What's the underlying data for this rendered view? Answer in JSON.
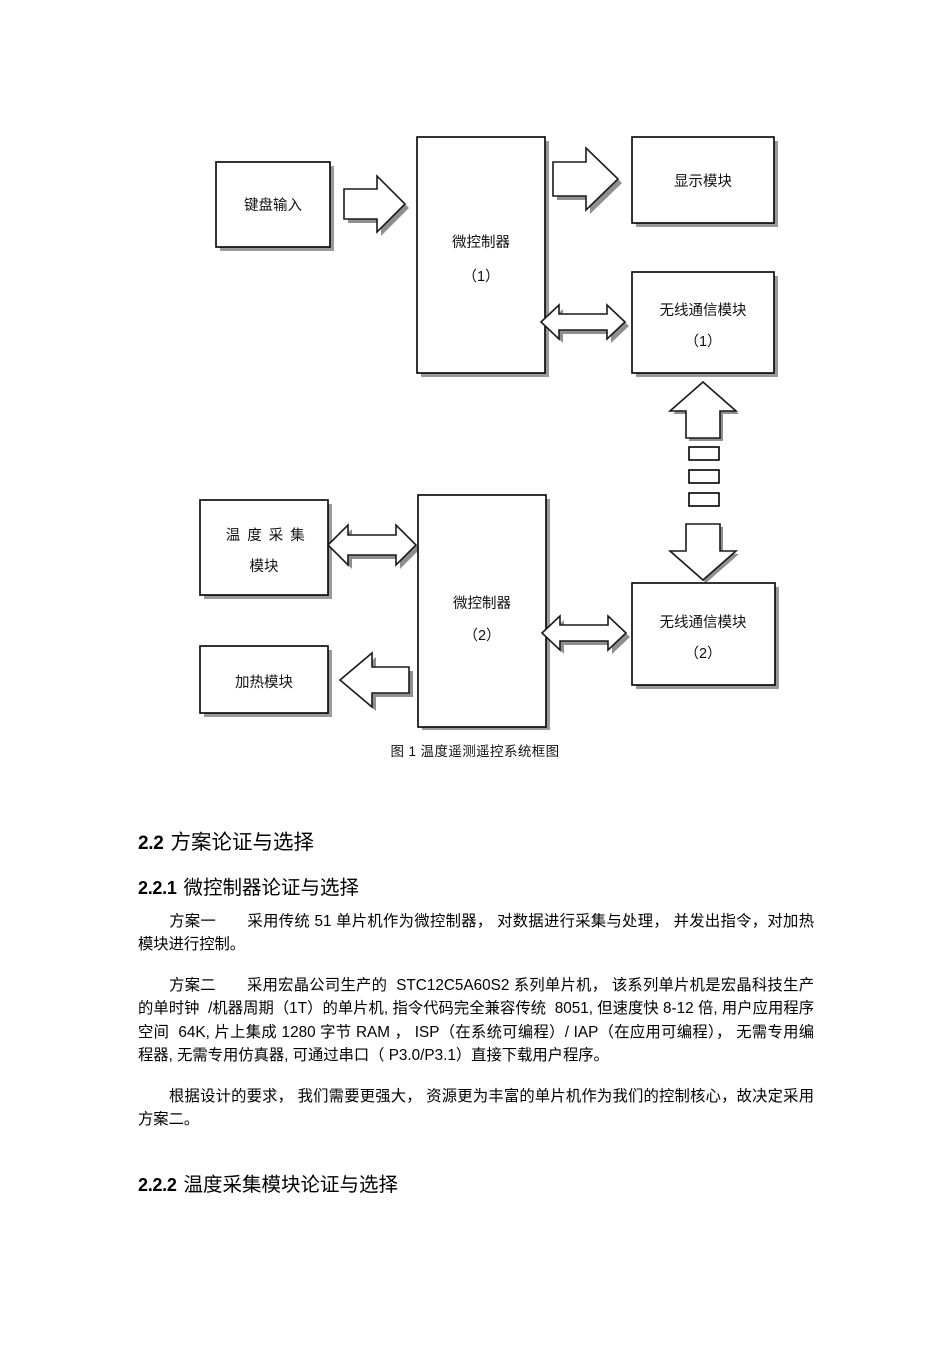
{
  "figure": {
    "caption": "图 1  温度遥测遥控系统框图",
    "blocks": {
      "keyboard_input": "键盘输入",
      "mcu1_line1": "微控制器",
      "mcu1_line2": "（1）",
      "display_module": "显示模块",
      "wireless1_line1": "无线通信模块",
      "wireless1_line2": "（1）",
      "temp_line1": "温 度 采 集",
      "temp_line2": "模块",
      "mcu2_line1": "微控制器",
      "mcu2_line2": "（2）",
      "heating_module": "加热模块",
      "wireless2_line1": "无线通信模块",
      "wireless2_line2": "（2）"
    },
    "colors": {
      "stroke": "#000000",
      "shadow": "#808080",
      "fill": "#ffffff"
    }
  },
  "sections": {
    "s22": {
      "number": "2.2",
      "title": "方案论证与选择"
    },
    "s221": {
      "number": "2.2.1",
      "title": "微控制器论证与选择"
    },
    "s222": {
      "number": "2.2.2",
      "title": "温度采集模块论证与选择"
    }
  },
  "paragraphs": {
    "p1": "　　方案一　　采用传统 51 单片机作为微控制器， 对数据进行采集与处理， 并发出指令，对加热模块进行控制。",
    "p2": "　　方案二　　采用宏晶公司生产的  STC12C5A60S2 系列单片机， 该系列单片机是宏晶科技生产的单时钟  /机器周期（1T）的单片机, 指令代码完全兼容传统  8051, 但速度快 8-12 倍, 用户应用程序空间  64K, 片上集成 1280 字节 RAM ， ISP（在系统可编程）/ IAP（在应用可编程）， 无需专用编程器, 无需专用仿真器, 可通过串口（ P3.0/P3.1）直接下载用户程序。",
    "p3": "　　根据设计的要求， 我们需要更强大， 资源更为丰富的单片机作为我们的控制核心，故决定采用方案二。"
  }
}
